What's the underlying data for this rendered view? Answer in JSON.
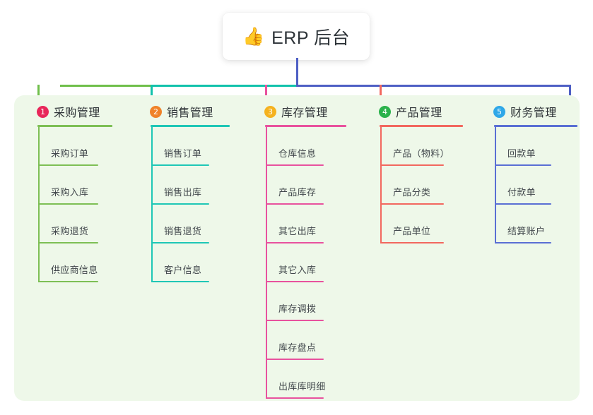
{
  "root": {
    "icon": "thumbs-up-icon",
    "emoji": "👍",
    "title": "ERP 后台"
  },
  "palette": {
    "panel_bg": "#eef8e9",
    "page_bg": "#ffffff",
    "stem": "#4e5fc4",
    "trunk_left": "#6fbf4a",
    "trunk_mid": "#12c2ab",
    "trunk_right": "#4e5fc4"
  },
  "columns": [
    {
      "number": "1",
      "badge_color": "#e8275a",
      "line_color": "#7dbf55",
      "title": "采购管理",
      "drop_color": "#6fbf4a",
      "items": [
        {
          "label": "采购订单"
        },
        {
          "label": "采购入库"
        },
        {
          "label": "采购退货"
        },
        {
          "label": "供应商信息"
        }
      ]
    },
    {
      "number": "2",
      "badge_color": "#f08228",
      "line_color": "#1fc7b6",
      "title": "销售管理",
      "drop_color": "#12c2ab",
      "items": [
        {
          "label": "销售订单"
        },
        {
          "label": "销售出库"
        },
        {
          "label": "销售退货"
        },
        {
          "label": "客户信息"
        }
      ]
    },
    {
      "number": "3",
      "badge_color": "#f5b21f",
      "line_color": "#e8529e",
      "title": "库存管理",
      "drop_color": "#e8529e",
      "items": [
        {
          "label": "仓库信息"
        },
        {
          "label": "产品库存"
        },
        {
          "label": "其它出库"
        },
        {
          "label": "其它入库"
        },
        {
          "label": "库存调拨"
        },
        {
          "label": "库存盘点"
        },
        {
          "label": "出库库明细"
        }
      ]
    },
    {
      "number": "4",
      "badge_color": "#2bb24c",
      "line_color": "#f2685f",
      "title": "产品管理",
      "drop_color": "#f2685f",
      "items": [
        {
          "label": "产品（物料）"
        },
        {
          "label": "产品分类"
        },
        {
          "label": "产品单位"
        }
      ]
    },
    {
      "number": "5",
      "badge_color": "#2fa8e8",
      "line_color": "#5a6fd4",
      "title": "财务管理",
      "drop_color": "#4e5fc4",
      "items": [
        {
          "label": "回款单"
        },
        {
          "label": "付款单"
        },
        {
          "label": "结算账户"
        }
      ]
    }
  ]
}
